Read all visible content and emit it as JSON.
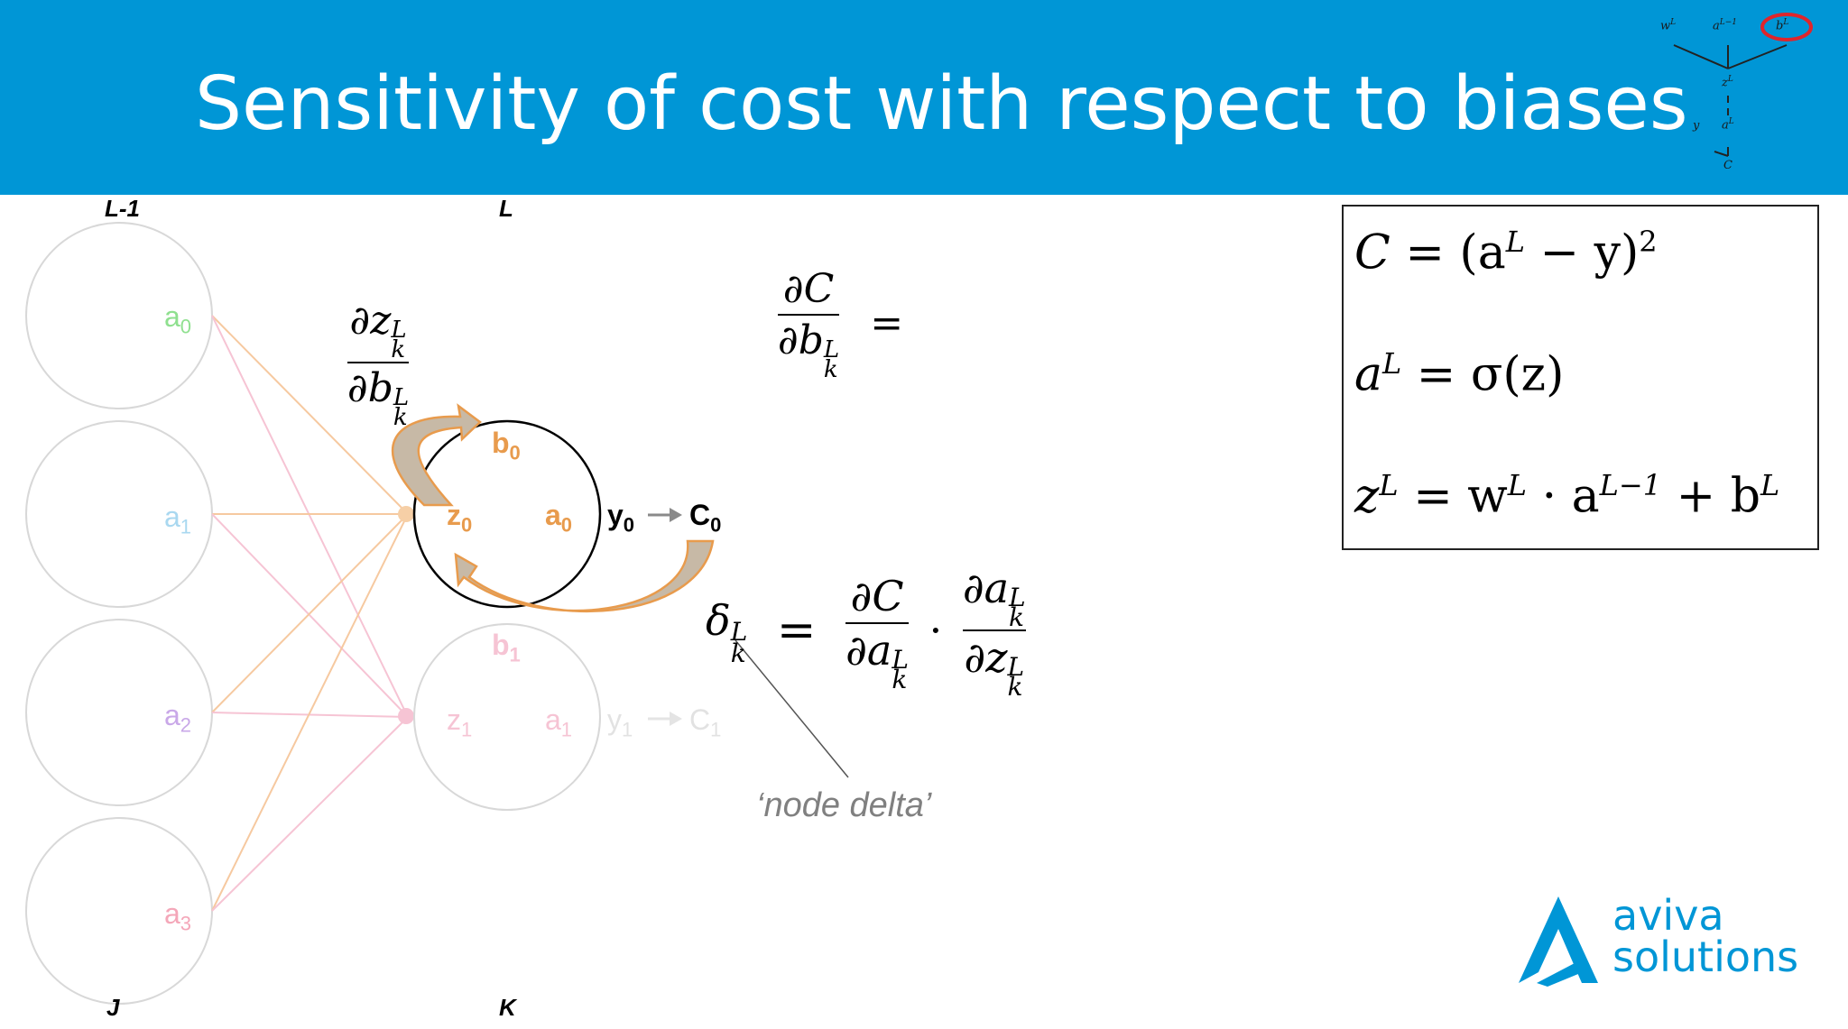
{
  "slide": {
    "title": "Sensitivity of cost with respect to biases"
  },
  "mini_diagram": {
    "w": "w",
    "a_prev": "a",
    "b": "b",
    "z": "z",
    "y": "y",
    "a": "a",
    "c": "C",
    "sup_L": "L",
    "sup_L_minus_1": "L−1",
    "highlight_color": "#e0252b"
  },
  "layers": {
    "prev_layer_label": "L-1",
    "curr_layer_label": "L",
    "prev_index_label": "J",
    "curr_index_label": "K"
  },
  "prev_nodes": [
    {
      "label": "a",
      "sub": "0",
      "color": "#8fe08f"
    },
    {
      "label": "a",
      "sub": "1",
      "color": "#a9d8f0"
    },
    {
      "label": "a",
      "sub": "2",
      "color": "#c9a8e8"
    },
    {
      "label": "a",
      "sub": "3",
      "color": "#f4a7b9"
    }
  ],
  "curr_nodes": [
    {
      "b": "b",
      "z": "z",
      "a": "a",
      "y": "y",
      "c": "C",
      "sub": "0"
    },
    {
      "b": "b",
      "z": "z",
      "a": "a",
      "y": "y",
      "c": "C",
      "sub": "1"
    }
  ],
  "formulas": {
    "dz_db_num": "∂z",
    "dz_db_den": "∂b",
    "dC_db_num": "∂C",
    "dC_db_den": "∂b",
    "equals": "=",
    "delta": "δ",
    "dC_da_num": "∂C",
    "dC_da_den": "∂a",
    "da_dz_num": "∂a",
    "da_dz_den": "∂z",
    "dot": "·",
    "sub_k": "k",
    "sup_L": "L"
  },
  "equations": {
    "eq1_lhs": "C",
    "eq1_rhs_pre": "= (a",
    "eq1_rhs_post": "− y)",
    "eq1_sq": "2",
    "eq2_lhs": "a",
    "eq2_rhs": "= σ(z)",
    "eq3_lhs": "z",
    "eq3_w": "= w",
    "eq3_a": "· a",
    "eq3_b": "+ b",
    "sup_L": "L",
    "sup_L_minus_1": "L−1"
  },
  "annotation": {
    "node_delta": "‘node delta’"
  },
  "logo": {
    "line1": "aviva",
    "line2": "solutions",
    "color": "#0096d6"
  },
  "colors": {
    "header": "#0096d6",
    "orange": "#e89b4d",
    "arrow_gray": "#b8a892"
  }
}
